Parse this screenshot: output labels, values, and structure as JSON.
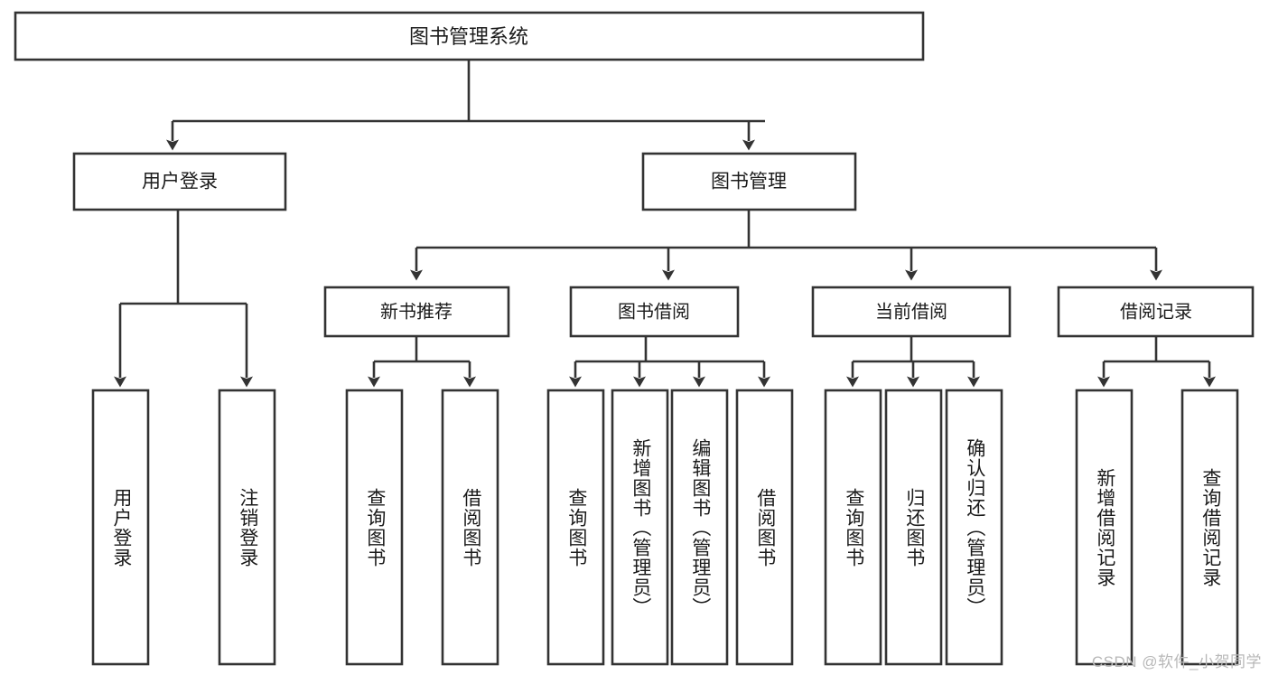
{
  "diagram": {
    "type": "tree",
    "title": "图书管理系统",
    "root": {
      "id": "root",
      "label": "图书管理系统"
    },
    "level1": [
      {
        "id": "user-login",
        "label": "用户登录"
      },
      {
        "id": "book-manage",
        "label": "图书管理"
      }
    ],
    "level2": [
      {
        "id": "new-book-recommend",
        "label": "新书推荐",
        "parent": "book-manage"
      },
      {
        "id": "book-borrow",
        "label": "图书借阅",
        "parent": "book-manage"
      },
      {
        "id": "current-borrow",
        "label": "当前借阅",
        "parent": "book-manage"
      },
      {
        "id": "borrow-record",
        "label": "借阅记录",
        "parent": "book-manage"
      }
    ],
    "leaves": [
      {
        "id": "leaf-user-login",
        "label": "用户登录",
        "parent": "user-login"
      },
      {
        "id": "leaf-user-logout",
        "label": "注销登录",
        "parent": "user-login"
      },
      {
        "id": "leaf-query-book-1",
        "label": "查询图书",
        "parent": "new-book-recommend"
      },
      {
        "id": "leaf-borrow-book-1",
        "label": "借阅图书",
        "parent": "new-book-recommend"
      },
      {
        "id": "leaf-query-book-2",
        "label": "查询图书",
        "parent": "book-borrow"
      },
      {
        "id": "leaf-add-book",
        "label": "新增图书（管理员）",
        "parent": "book-borrow"
      },
      {
        "id": "leaf-edit-book",
        "label": "编辑图书（管理员）",
        "parent": "book-borrow"
      },
      {
        "id": "leaf-borrow-book-2",
        "label": "借阅图书",
        "parent": "book-borrow"
      },
      {
        "id": "leaf-query-book-3",
        "label": "查询图书",
        "parent": "current-borrow"
      },
      {
        "id": "leaf-return-book",
        "label": "归还图书",
        "parent": "current-borrow"
      },
      {
        "id": "leaf-confirm-return",
        "label": "确认归还（管理员）",
        "parent": "current-borrow"
      },
      {
        "id": "leaf-add-record",
        "label": "新增借阅记录",
        "parent": "borrow-record"
      },
      {
        "id": "leaf-query-record",
        "label": "查询借阅记录",
        "parent": "borrow-record"
      }
    ],
    "colors": {
      "stroke": "#333333",
      "box_fill": "#ffffff",
      "text": "#1b1b1b",
      "background": "#ffffff",
      "watermark": "#b8b8b8"
    }
  },
  "watermark": {
    "text": "CSDN @软件_小贺同学"
  }
}
